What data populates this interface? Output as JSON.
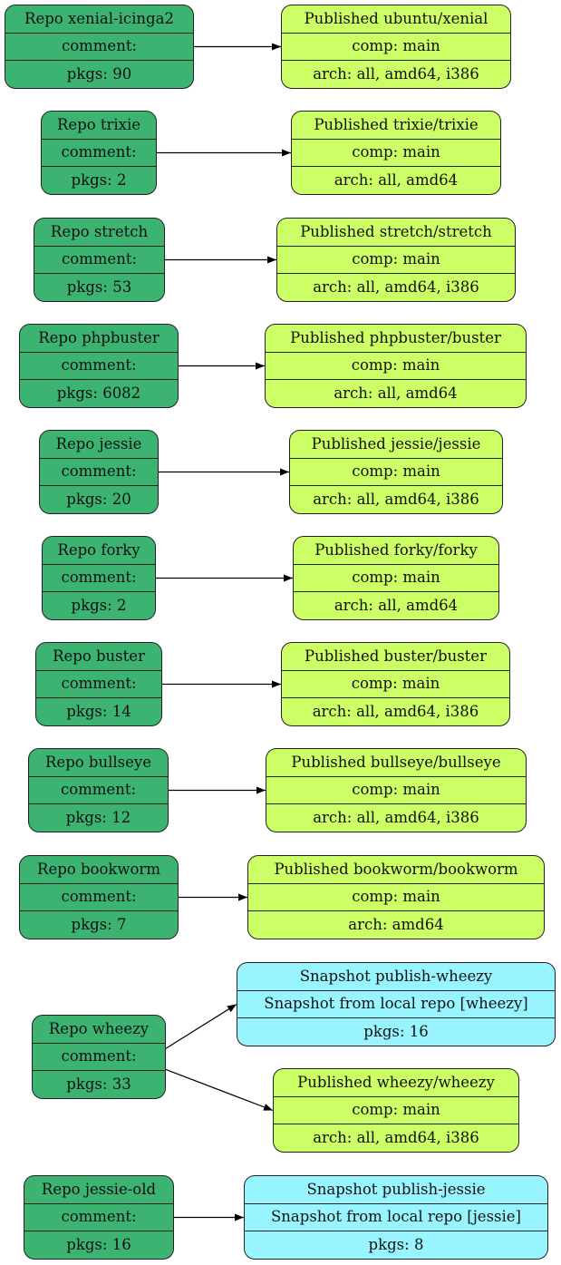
{
  "colors": {
    "repo": "#3cb371",
    "published": "#ccff66",
    "snapshot": "#98f5ff",
    "edge": "#000000"
  },
  "nodes": [
    {
      "id": "repo-xenial-icinga2",
      "kind": "repo",
      "rows": [
        "Repo xenial-icinga2",
        "comment:",
        "pkgs: 90"
      ]
    },
    {
      "id": "pub-ubuntu-xenial",
      "kind": "published",
      "rows": [
        "Published ubuntu/xenial",
        "comp: main",
        "arch: all, amd64, i386"
      ]
    },
    {
      "id": "repo-trixie",
      "kind": "repo",
      "rows": [
        "Repo trixie",
        "comment:",
        "pkgs: 2"
      ]
    },
    {
      "id": "pub-trixie",
      "kind": "published",
      "rows": [
        "Published trixie/trixie",
        "comp: main",
        "arch: all, amd64"
      ]
    },
    {
      "id": "repo-stretch",
      "kind": "repo",
      "rows": [
        "Repo stretch",
        "comment:",
        "pkgs: 53"
      ]
    },
    {
      "id": "pub-stretch",
      "kind": "published",
      "rows": [
        "Published stretch/stretch",
        "comp: main",
        "arch: all, amd64, i386"
      ]
    },
    {
      "id": "repo-phpbuster",
      "kind": "repo",
      "rows": [
        "Repo phpbuster",
        "comment:",
        "pkgs: 6082"
      ]
    },
    {
      "id": "pub-phpbuster",
      "kind": "published",
      "rows": [
        "Published phpbuster/buster",
        "comp: main",
        "arch: all, amd64"
      ]
    },
    {
      "id": "repo-jessie",
      "kind": "repo",
      "rows": [
        "Repo jessie",
        "comment:",
        "pkgs: 20"
      ]
    },
    {
      "id": "pub-jessie",
      "kind": "published",
      "rows": [
        "Published jessie/jessie",
        "comp: main",
        "arch: all, amd64, i386"
      ]
    },
    {
      "id": "repo-forky",
      "kind": "repo",
      "rows": [
        "Repo forky",
        "comment:",
        "pkgs: 2"
      ]
    },
    {
      "id": "pub-forky",
      "kind": "published",
      "rows": [
        "Published forky/forky",
        "comp: main",
        "arch: all, amd64"
      ]
    },
    {
      "id": "repo-buster",
      "kind": "repo",
      "rows": [
        "Repo buster",
        "comment:",
        "pkgs: 14"
      ]
    },
    {
      "id": "pub-buster",
      "kind": "published",
      "rows": [
        "Published buster/buster",
        "comp: main",
        "arch: all, amd64, i386"
      ]
    },
    {
      "id": "repo-bullseye",
      "kind": "repo",
      "rows": [
        "Repo bullseye",
        "comment:",
        "pkgs: 12"
      ]
    },
    {
      "id": "pub-bullseye",
      "kind": "published",
      "rows": [
        "Published bullseye/bullseye",
        "comp: main",
        "arch: all, amd64, i386"
      ]
    },
    {
      "id": "repo-bookworm",
      "kind": "repo",
      "rows": [
        "Repo bookworm",
        "comment:",
        "pkgs: 7"
      ]
    },
    {
      "id": "pub-bookworm",
      "kind": "published",
      "rows": [
        "Published bookworm/bookworm",
        "comp: main",
        "arch: amd64"
      ]
    },
    {
      "id": "repo-wheezy",
      "kind": "repo",
      "rows": [
        "Repo wheezy",
        "comment:",
        "pkgs: 33"
      ]
    },
    {
      "id": "snap-publish-wheezy",
      "kind": "snapshot",
      "rows": [
        "Snapshot publish-wheezy",
        "Snapshot from local repo [wheezy]",
        "pkgs: 16"
      ]
    },
    {
      "id": "pub-wheezy",
      "kind": "published",
      "rows": [
        "Published wheezy/wheezy",
        "comp: main",
        "arch: all, amd64, i386"
      ]
    },
    {
      "id": "repo-jessie-old",
      "kind": "repo",
      "rows": [
        "Repo jessie-old",
        "comment:",
        "pkgs: 16"
      ]
    },
    {
      "id": "snap-publish-jessie",
      "kind": "snapshot",
      "rows": [
        "Snapshot publish-jessie",
        "Snapshot from local repo [jessie]",
        "pkgs: 8"
      ]
    }
  ],
  "edges": [
    {
      "from": "repo-xenial-icinga2",
      "to": "pub-ubuntu-xenial"
    },
    {
      "from": "repo-trixie",
      "to": "pub-trixie"
    },
    {
      "from": "repo-stretch",
      "to": "pub-stretch"
    },
    {
      "from": "repo-phpbuster",
      "to": "pub-phpbuster"
    },
    {
      "from": "repo-jessie",
      "to": "pub-jessie"
    },
    {
      "from": "repo-forky",
      "to": "pub-forky"
    },
    {
      "from": "repo-buster",
      "to": "pub-buster"
    },
    {
      "from": "repo-bullseye",
      "to": "pub-bullseye"
    },
    {
      "from": "repo-bookworm",
      "to": "pub-bookworm"
    },
    {
      "from": "repo-wheezy",
      "to": "snap-publish-wheezy"
    },
    {
      "from": "repo-wheezy",
      "to": "pub-wheezy"
    },
    {
      "from": "repo-jessie-old",
      "to": "snap-publish-jessie"
    }
  ]
}
